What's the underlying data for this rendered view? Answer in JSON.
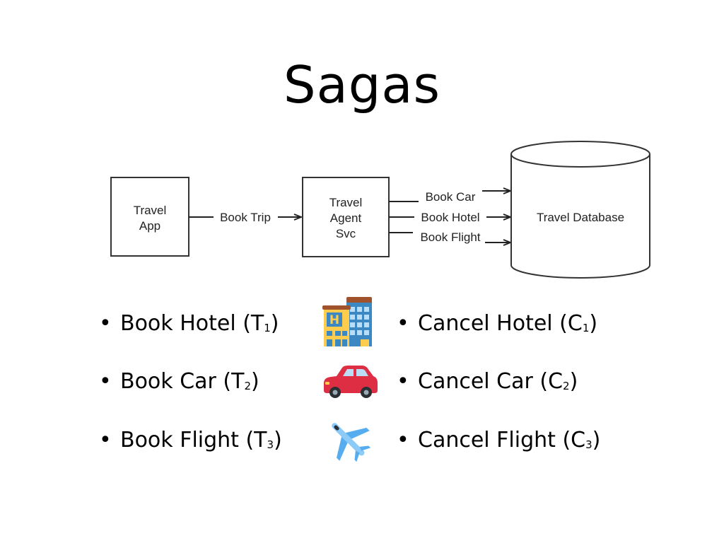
{
  "title": "Sagas",
  "diagram": {
    "travel_app": [
      "Travel",
      "App"
    ],
    "book_trip": "Book Trip",
    "agent_svc": [
      "Travel",
      "Agent",
      "Svc"
    ],
    "book_car": "Book Car",
    "book_hotel": "Book Hotel",
    "book_flight": "Book Flight",
    "database": "Travel Database"
  },
  "bullets": {
    "left": [
      {
        "text": "Book Hotel (T",
        "sub": "1",
        "close": ")"
      },
      {
        "text": "Book Car (T",
        "sub": "2",
        "close": ")"
      },
      {
        "text": "Book Flight (T",
        "sub": "3",
        "close": ")"
      }
    ],
    "right": [
      {
        "text": "Cancel Hotel (C",
        "sub": "1",
        "close": ")"
      },
      {
        "text": "Cancel Car (C",
        "sub": "2",
        "close": ")"
      },
      {
        "text": "Cancel Flight (C",
        "sub": "3",
        "close": ")"
      }
    ]
  },
  "icons": [
    "hotel-icon",
    "car-icon",
    "airplane-icon"
  ]
}
